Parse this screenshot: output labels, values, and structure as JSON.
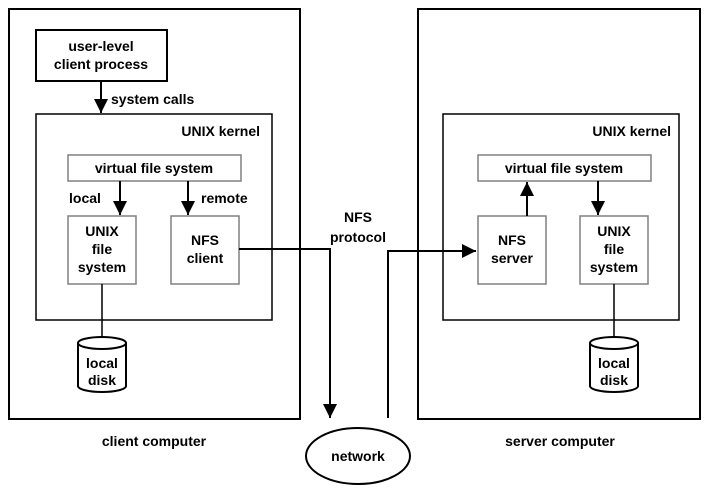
{
  "client": {
    "process_line1": "user-level",
    "process_line2": "client process",
    "system_calls": "system calls",
    "kernel": "UNIX kernel",
    "vfs": "virtual file system",
    "local": "local",
    "remote": "remote",
    "unix_fs_line1": "UNIX",
    "unix_fs_line2": "file",
    "unix_fs_line3": "system",
    "nfs_client_line1": "NFS",
    "nfs_client_line2": "client",
    "disk_line1": "local",
    "disk_line2": "disk",
    "caption": "client computer"
  },
  "protocol": {
    "line1": "NFS",
    "line2": "protocol"
  },
  "network": "network",
  "server": {
    "kernel": "UNIX kernel",
    "vfs": "virtual file system",
    "nfs_server_line1": "NFS",
    "nfs_server_line2": "server",
    "unix_fs_line1": "UNIX",
    "unix_fs_line2": "file",
    "unix_fs_line3": "system",
    "disk_line1": "local",
    "disk_line2": "disk",
    "caption": "server computer"
  },
  "colors": {
    "line": "#000000",
    "inner_box": "#808080"
  }
}
